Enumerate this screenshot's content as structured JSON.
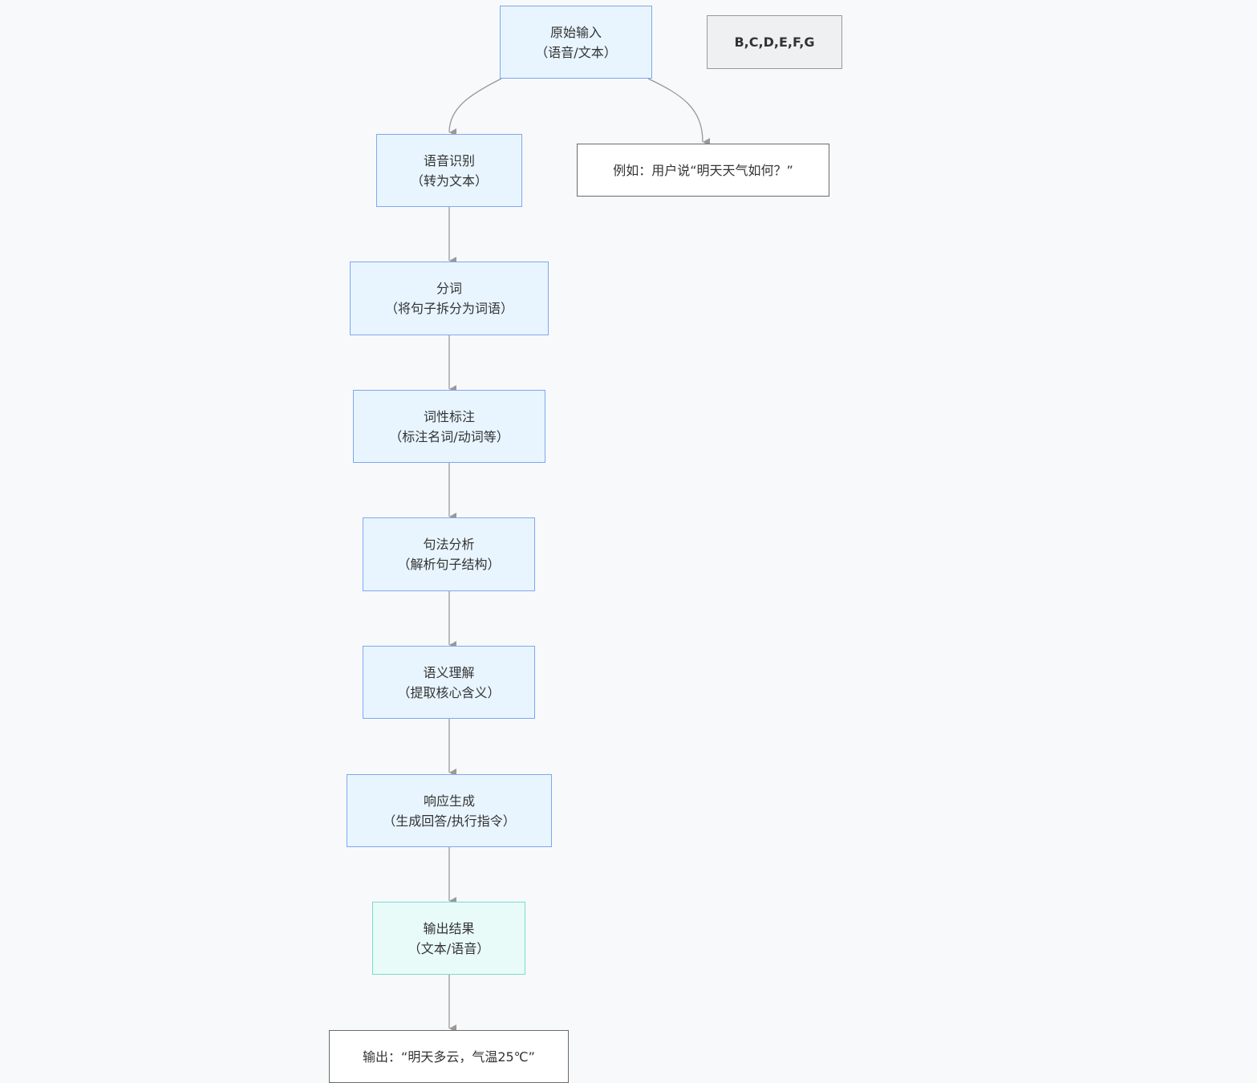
{
  "nodes": {
    "input": {
      "line1": "原始输入",
      "line2": "（语音/文本）"
    },
    "note_group": {
      "text": "B,C,D,E,F,G"
    },
    "asr": {
      "line1": "语音识别",
      "line2": "（转为文本）"
    },
    "example_input": {
      "text": "例如：用户说“明天天气如何？”"
    },
    "tokenize": {
      "line1": "分词",
      "line2": "（将句子拆分为词语）"
    },
    "pos": {
      "line1": "词性标注",
      "line2": "（标注名词/动词等）"
    },
    "parse": {
      "line1": "句法分析",
      "line2": "（解析句子结构）"
    },
    "semantic": {
      "line1": "语义理解",
      "line2": "（提取核心含义）"
    },
    "response": {
      "line1": "响应生成",
      "line2": "（生成回答/执行指令）"
    },
    "output": {
      "line1": "输出结果",
      "line2": "（文本/语音）"
    },
    "example_output": {
      "text": "输出：“明天多云，气温25℃”"
    }
  },
  "colors": {
    "process_fill": "#e8f5ff",
    "process_border": "#7fa7f0",
    "output_fill": "#e9fbf9",
    "output_border": "#78dccd",
    "edge": "#999999"
  }
}
